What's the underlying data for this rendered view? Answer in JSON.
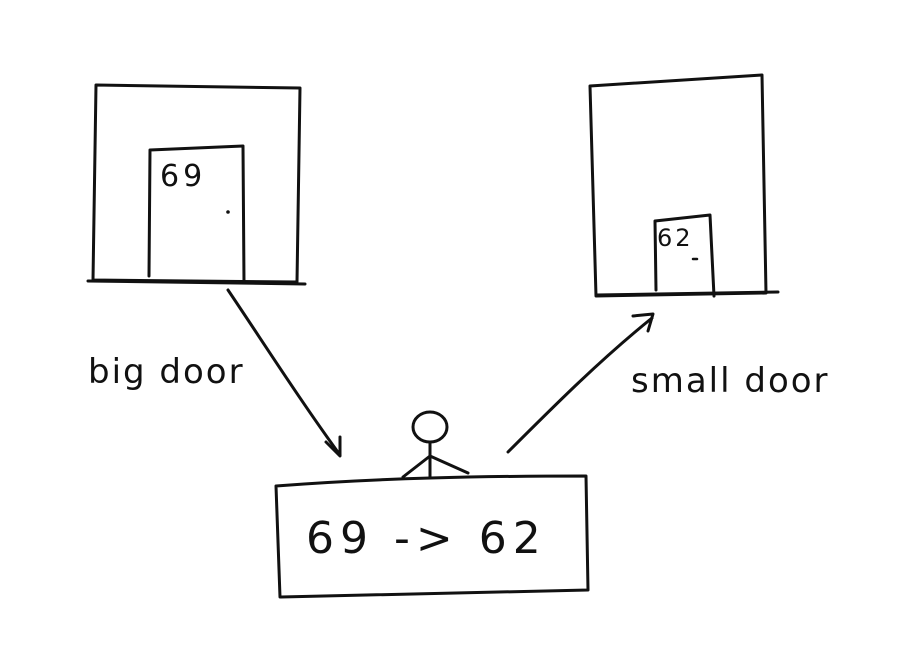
{
  "labels": {
    "big_door_number": "69",
    "small_door_number": "62",
    "big_door_caption": "big door",
    "small_door_caption": "small door",
    "desk_text": "69 -> 62"
  },
  "colors": {
    "ink": "#111111",
    "paper": "#ffffff"
  }
}
